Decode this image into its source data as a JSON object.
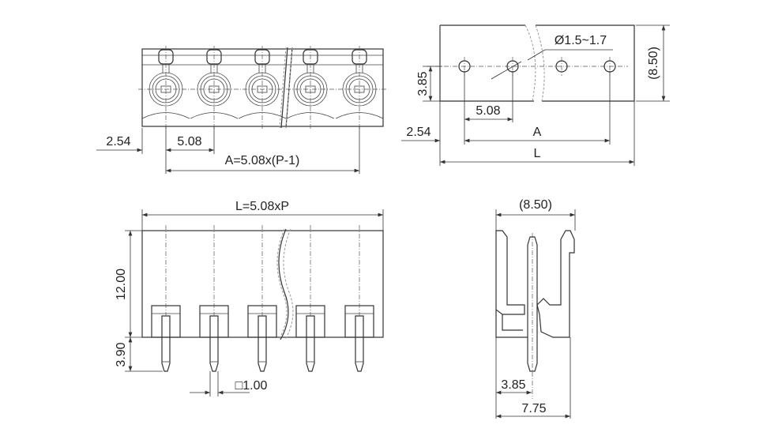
{
  "top_view": {
    "dim_offset": "2.54",
    "dim_pitch": "5.08",
    "dim_a": "A=5.08x(P-1)"
  },
  "pcb_layout": {
    "hole_diameter": "Ø1.5~1.7",
    "dim_hole_row": "3.85",
    "dim_width": "(8.50)",
    "dim_pitch": "5.08",
    "dim_offset": "2.54",
    "dim_a": "A",
    "dim_l": "L"
  },
  "front_view": {
    "dim_length": "L=5.08xP",
    "dim_height": "12.00",
    "dim_pin_length": "3.90",
    "dim_pin_square": "□1.00"
  },
  "side_view": {
    "dim_width": "(8.50)",
    "dim_pin_offset": "3.85",
    "dim_base": "7.75"
  }
}
